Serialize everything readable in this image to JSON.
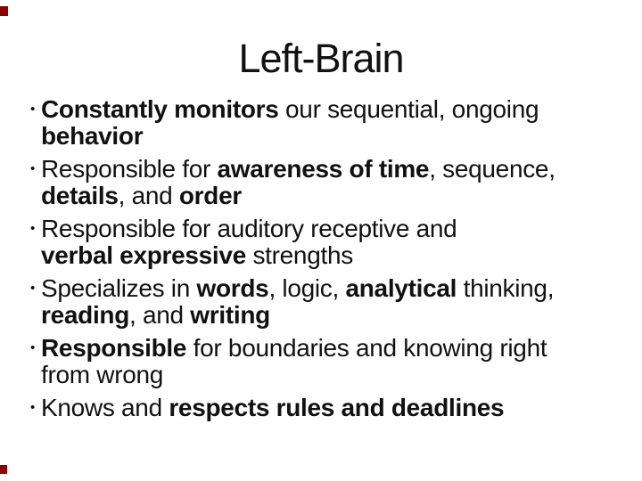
{
  "slide": {
    "title": "Left-Brain",
    "bullet_glyph": "•",
    "colors": {
      "background": "#ffffff",
      "text": "#111111",
      "edge_mark": "#8b0000"
    },
    "bullets": [
      {
        "lines": [
          [
            {
              "text": "Constantly monitors",
              "bold": true
            },
            {
              "text": " our sequential, ongoing",
              "bold": false
            }
          ],
          [
            {
              "text": "behavior",
              "bold": true
            }
          ]
        ]
      },
      {
        "lines": [
          [
            {
              "text": "Responsible for ",
              "bold": false
            },
            {
              "text": "awareness of time",
              "bold": true
            },
            {
              "text": ", sequence,",
              "bold": false
            }
          ],
          [
            {
              "text": "details",
              "bold": true
            },
            {
              "text": ", and ",
              "bold": false
            },
            {
              "text": "order",
              "bold": true
            }
          ]
        ]
      },
      {
        "lines": [
          [
            {
              "text": "Responsible for auditory receptive and",
              "bold": false
            }
          ],
          [
            {
              "text": "verbal expressive",
              "bold": true
            },
            {
              "text": " strengths",
              "bold": false
            }
          ]
        ]
      },
      {
        "lines": [
          [
            {
              "text": "Specializes in ",
              "bold": false
            },
            {
              "text": "words",
              "bold": true
            },
            {
              "text": ", logic, ",
              "bold": false
            },
            {
              "text": "analytical",
              "bold": true
            },
            {
              "text": " thinking,",
              "bold": false
            }
          ],
          [
            {
              "text": "reading",
              "bold": true
            },
            {
              "text": ", and ",
              "bold": false
            },
            {
              "text": "writing",
              "bold": true
            }
          ]
        ]
      },
      {
        "lines": [
          [
            {
              "text": "Responsible",
              "bold": true
            },
            {
              "text": " for boundaries and knowing right",
              "bold": false
            }
          ],
          [
            {
              "text": "from wrong",
              "bold": false
            }
          ]
        ]
      },
      {
        "lines": [
          [
            {
              "text": "Knows and ",
              "bold": false
            },
            {
              "text": "respects rules and deadlines",
              "bold": true
            }
          ]
        ]
      }
    ]
  }
}
